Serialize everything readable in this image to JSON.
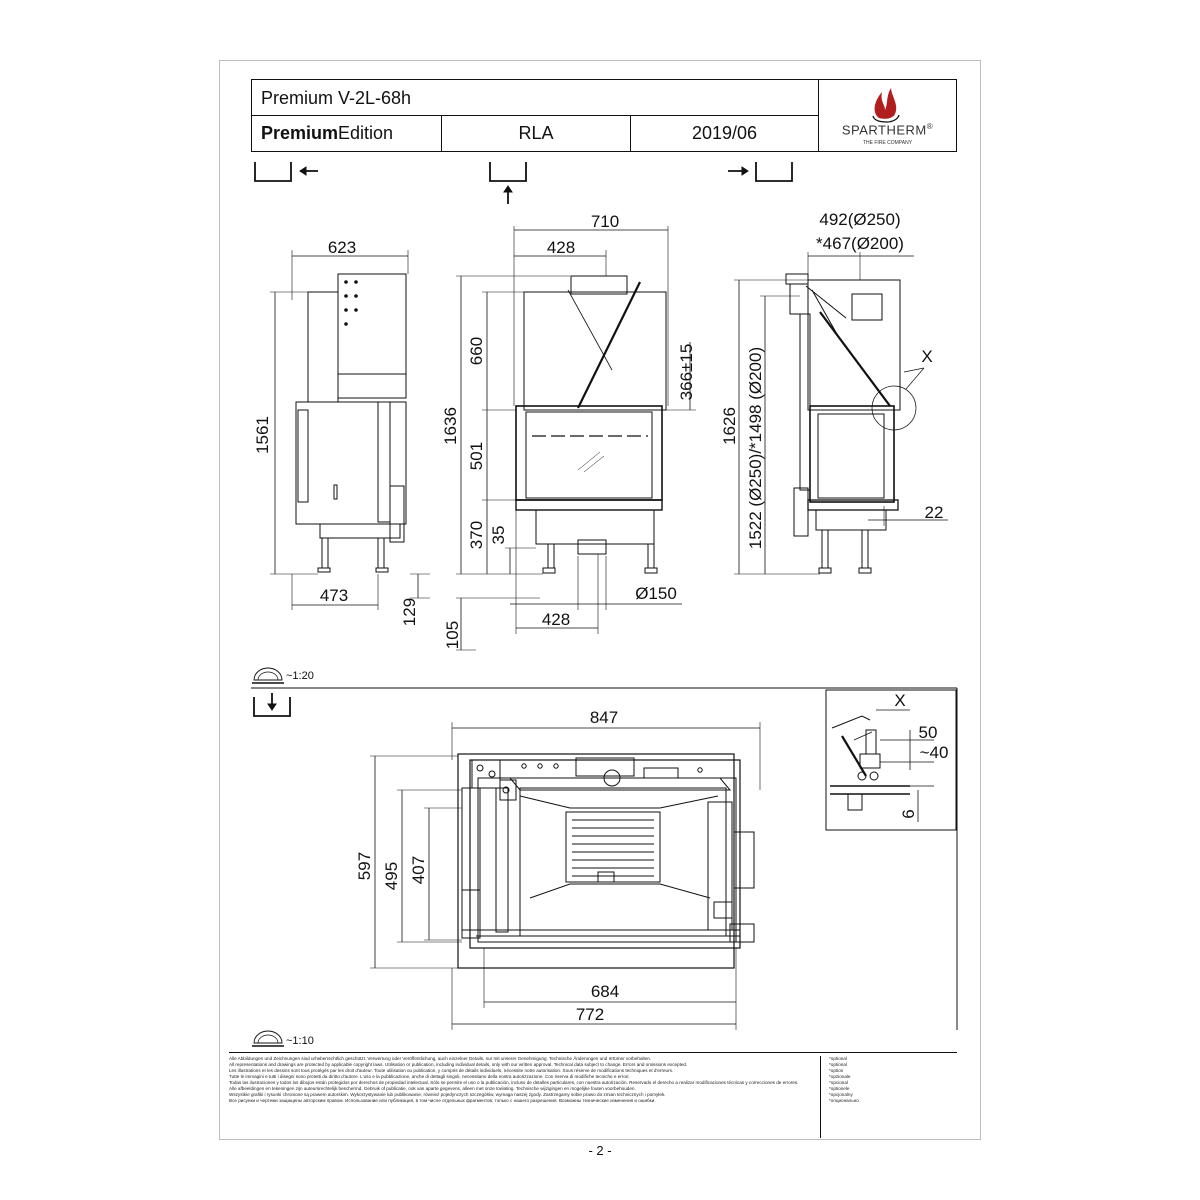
{
  "title_block": {
    "model": "Premium V-2L-68h",
    "edition_bold": "Premium",
    "edition_rest": "Edition",
    "variant": "RLA",
    "date": "2019/06",
    "brand": "SPARTHERM",
    "brand_mark": "®",
    "tagline": "THE FIRE COMPANY"
  },
  "views": {
    "side_left": {
      "width_top": "623",
      "height": "1561",
      "depth_bottom": "473",
      "leg": "129"
    },
    "front": {
      "width_total": "710",
      "width_flue": "428",
      "height_total": "1636",
      "upper": "660",
      "glass": "501",
      "base": "370",
      "foot": "35",
      "lift": "366±15",
      "width_bottom": "428",
      "air_inlet": "Ø150",
      "ground": "105"
    },
    "side_right": {
      "flue_a": "492(Ø250)",
      "flue_b": "*467(Ø200)",
      "height_total": "1626",
      "height_flue": "1522 (Ø250)/*1498 (Ø200)",
      "detail_ref": "X",
      "offset": "22"
    }
  },
  "scale_top": "~1:20",
  "scale_bottom": "~1:10",
  "plan": {
    "width_total": "847",
    "depth_total": "597",
    "depth_mid": "495",
    "depth_inner": "407",
    "width_inner": "684",
    "width_base": "772"
  },
  "detail": {
    "label": "X",
    "d1": "50",
    "d2": "~40",
    "d3": "6"
  },
  "disclaimer": {
    "lines": [
      "Alle Abbildungen und Zeichnungen sind urheberrechtlich geschützt. Verwertung oder Veröffentlichung, auch einzelner Details, nur mit unserer Genehmigung. Technische Änderungen und Irrtümer vorbehalten.",
      "All representations and drawings are protected by applicable copyright laws. Utilisation or publication, including individual details, only with our written approval. Technical data subject to change. Errors and omissions excepted.",
      "Les illustrations et les dessins sont tous protégés par les droit d'auteur. Toute utilisation ou publication, y compris de détails individuels, nécessite notre autorisation. Sous réserve de modifications techniques et d'erreurs.",
      "Tutte le immagini e tutti i disegni sono protetti da diritto d'autore. L'uso e la pubblicazione, anche di dettagli singoli, necessitano della nostra autorizzazione. Con riserva di modifiche tecniche e errori.",
      "Todas las ilustraciones y todos los dibujos están protegidos por derechos de propiedad intelectual. Sólo se permite el uso o la publicación, incluso de detalles particulares, con nuestra autorización. Reservado el derecho a realizar modificaciones técnicas y correcciones de errores.",
      "Alle afbeeldingen en tekeningen zijn auteursrechtelijk beschermd. Gebruik of publicatie, ook van aparte gegevens, alleen met onze toelating. Technische wijzigingen en mogelijke fouten voorbehouden.",
      "Wszystkie grafiki i rysunki chronione są prawem autorskim. Wykorzystywanie lub publikowanie, również pojedynczych szczegółów, wymaga naszej zgody. Zastrzegamy sobie prawo do zmian technicznych i pomyłek.",
      "Все рисунки и чертежи защищены авторским правом. Использование или публикация, в том числе отдельных фрагментов, только с нашего разрешения. Возможны технические изменения и ошибки."
    ],
    "optional": [
      "*optional",
      "*optional",
      "*option",
      "*opzionale",
      "*opcional",
      "*optionele",
      "*opcjonalny",
      "*опционально"
    ]
  },
  "page_number": "- 2 -"
}
